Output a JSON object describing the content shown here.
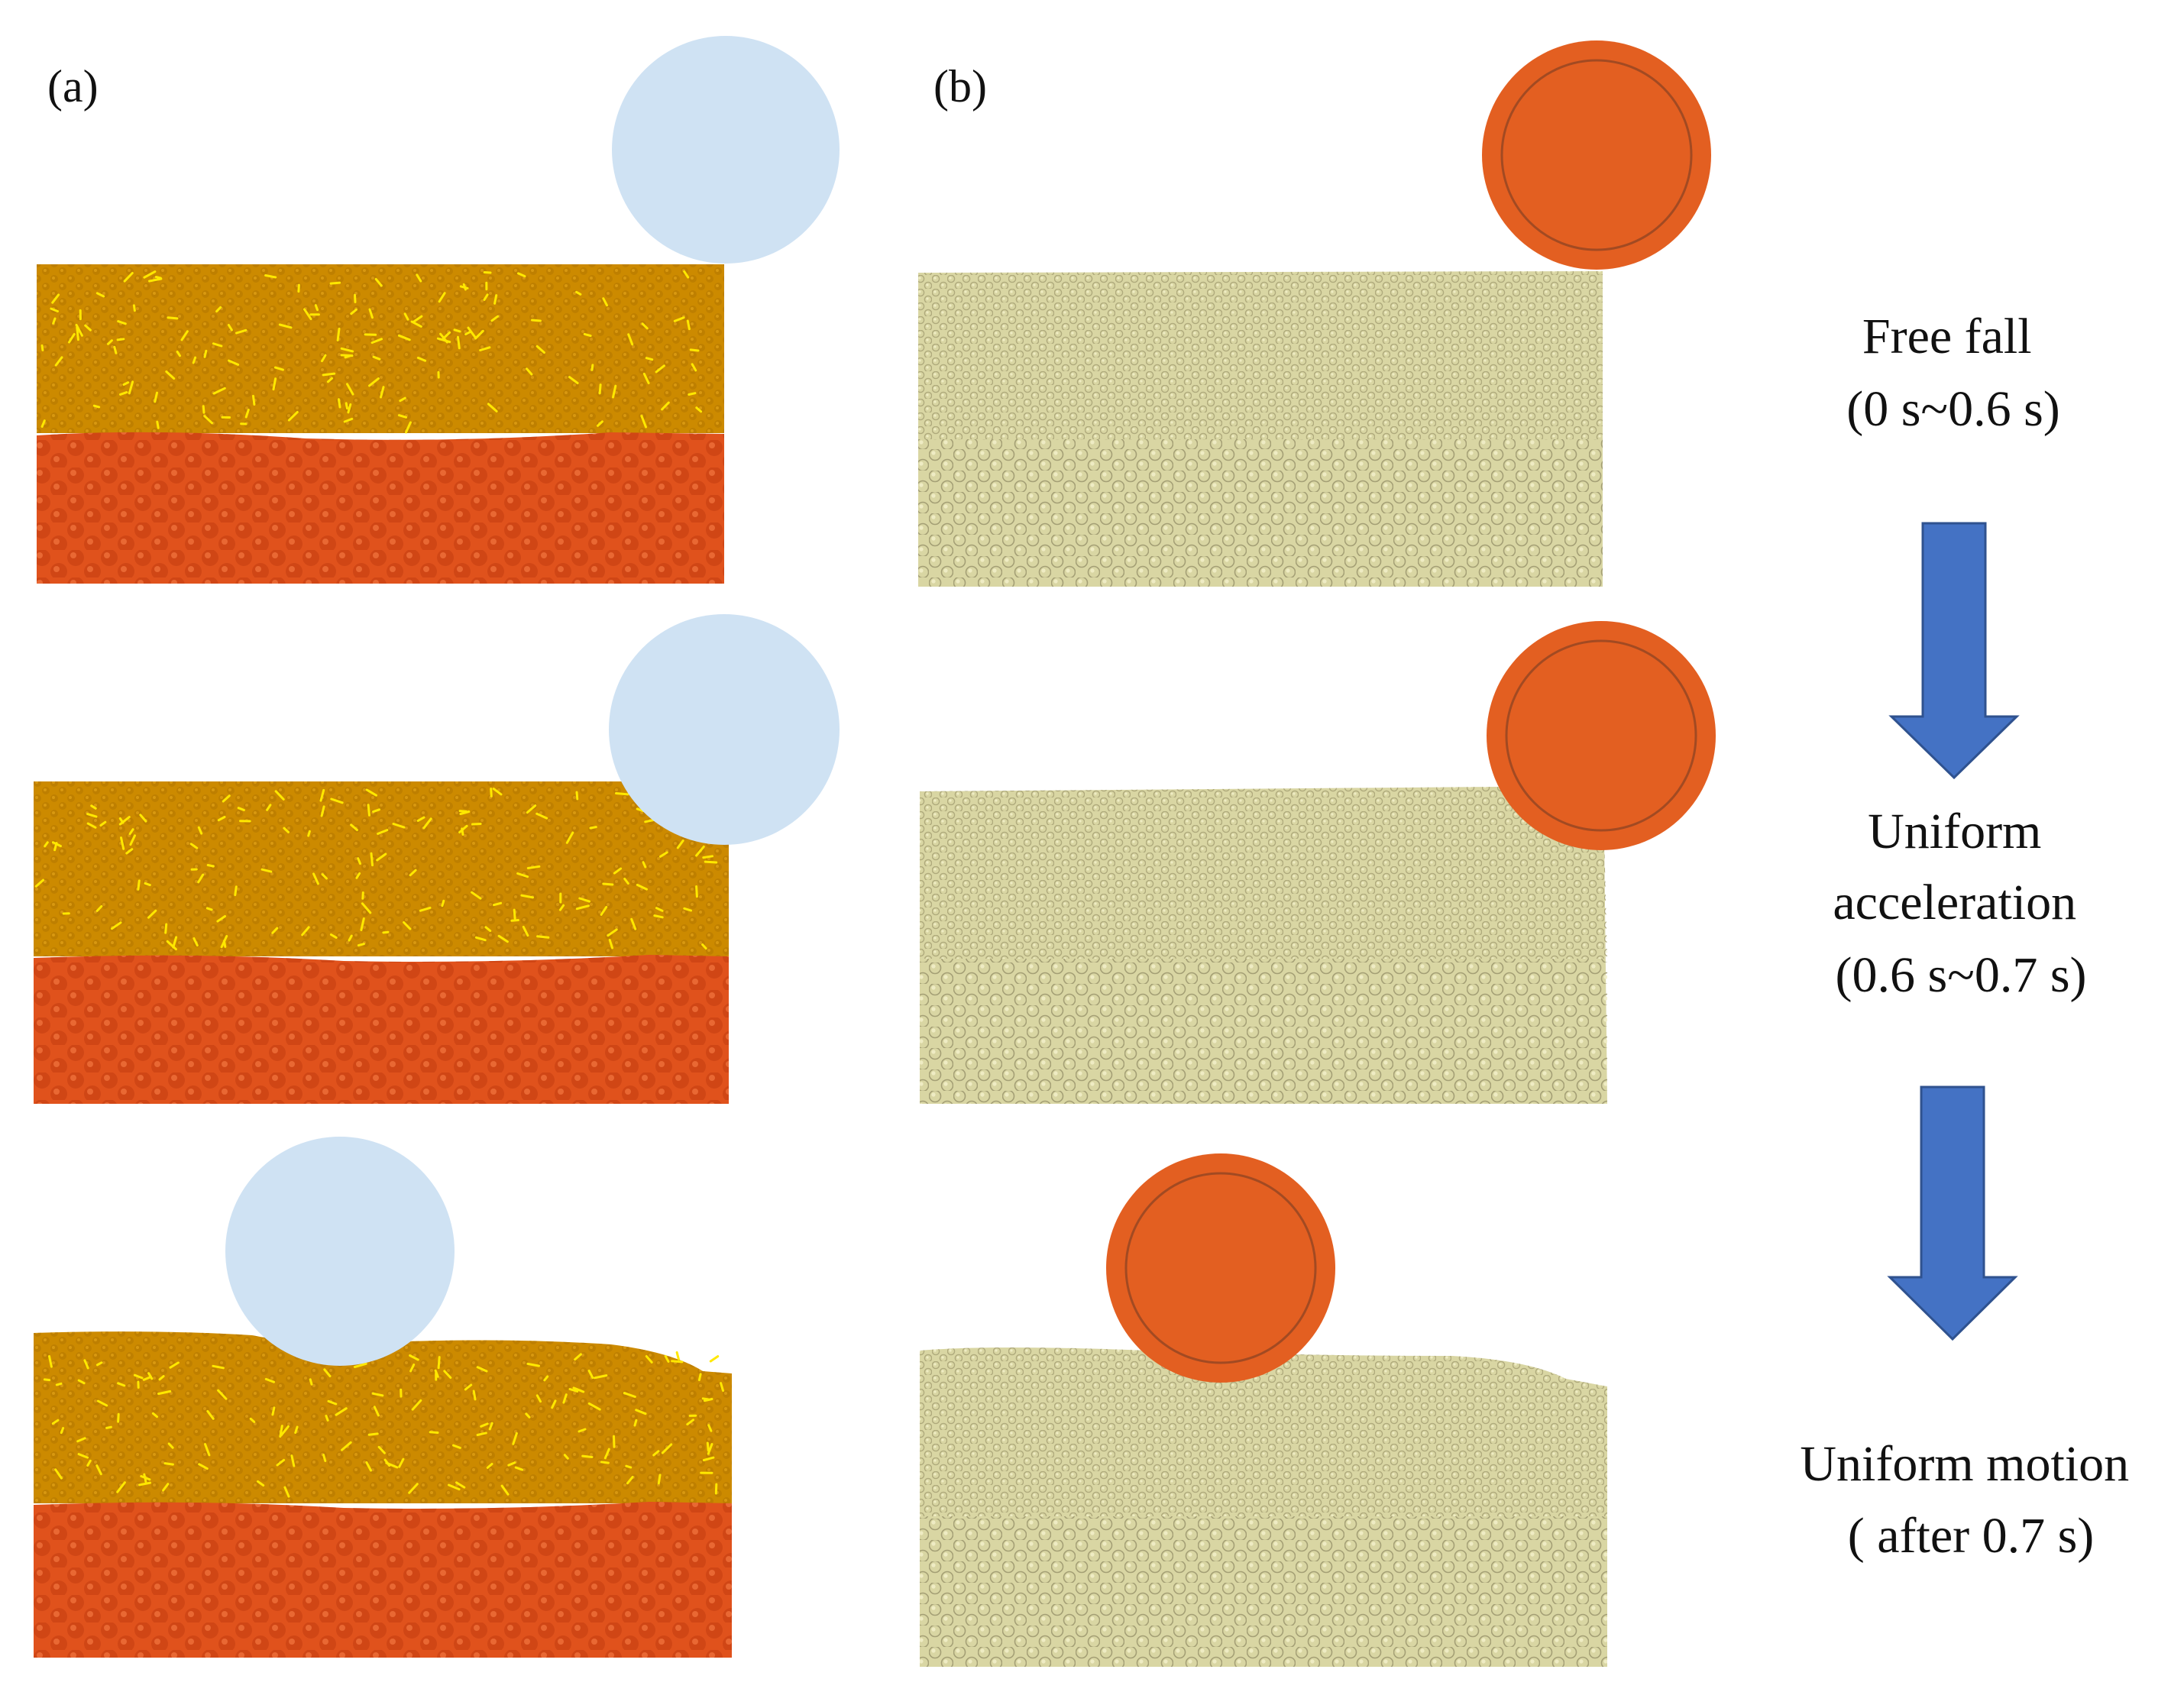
{
  "panels": [
    {
      "label": "(a)",
      "style": "colored"
    },
    {
      "label": "(b)",
      "style": "beige"
    }
  ],
  "stages": [
    {
      "lines": [
        "Free fall",
        "(0 s~0.6 s)"
      ]
    },
    {
      "lines": [
        "Uniform",
        "acceleration",
        "(0.6 s~0.7 s)"
      ]
    },
    {
      "lines": [
        "Uniform motion",
        "( after 0.7 s)"
      ]
    }
  ],
  "colors": {
    "wheel_a": "#cfe2f3",
    "wheel_b": "#e35f21",
    "wheel_b_ring": "#a24a22",
    "upper_layer_a": "#cc8a00",
    "upper_fiber_a": "#ffe800",
    "lower_layer_a": "#e0521c",
    "soil_b": "#d9d6a3",
    "soil_b_dark": "#a9a476",
    "arrow_fill": "#4472c4",
    "arrow_stroke": "#2f528f"
  }
}
